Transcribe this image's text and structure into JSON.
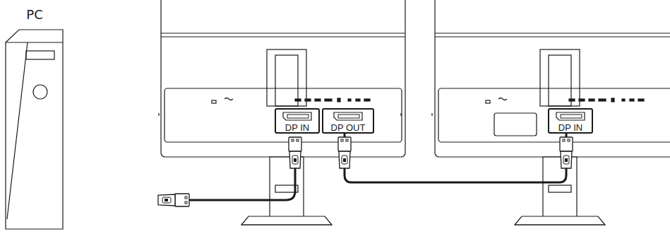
{
  "diagram": {
    "nodes": [
      {
        "text": [
          "PC"
        ]
      },
      {
        "text": [
          "DP IN"
        ]
      },
      {
        "text": [
          "DP OUT"
        ]
      },
      {
        "text": [
          "DP IN"
        ]
      }
    ],
    "edges": [
      {
        "from": 2,
        "to": 3,
        "arrow": "none"
      }
    ]
  }
}
